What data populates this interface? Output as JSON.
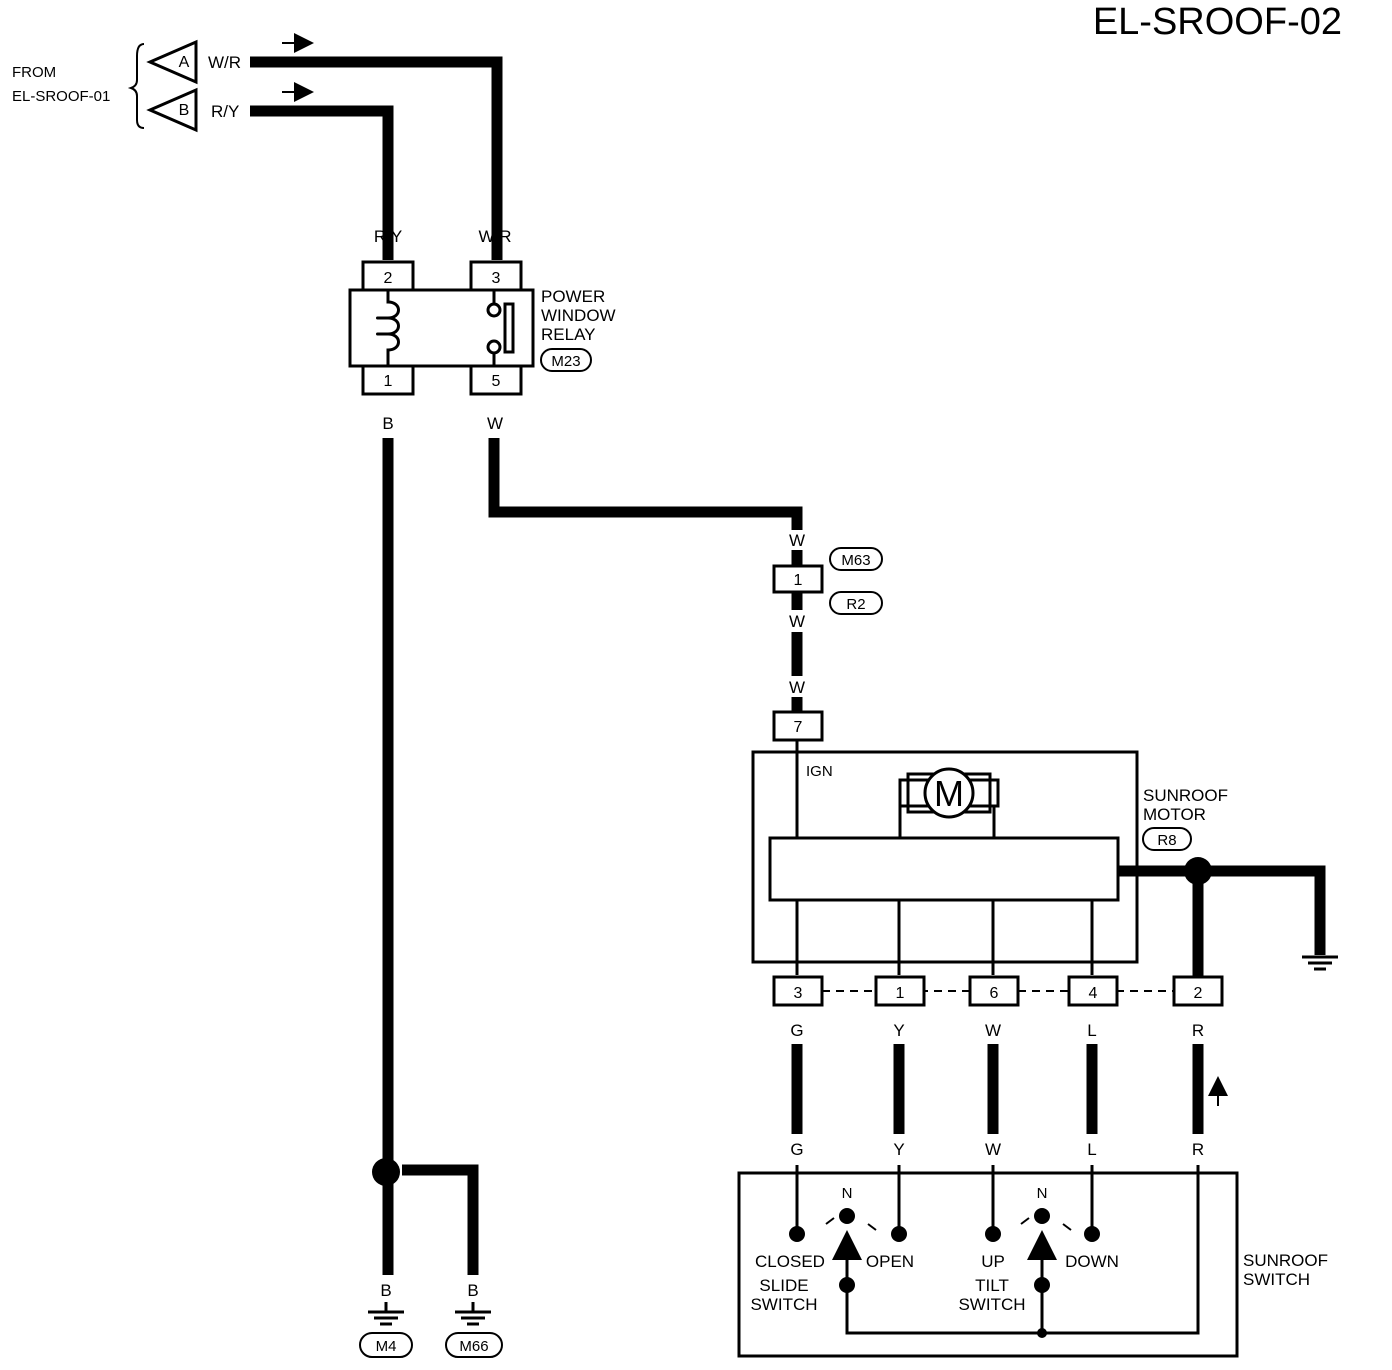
{
  "title": "EL-SROOF-02",
  "from": {
    "line1": "FROM",
    "line2": "EL-SROOF-01",
    "conn_a": "A",
    "conn_b": "B",
    "wire_a": "W/R",
    "wire_b": "R/Y"
  },
  "relay": {
    "line1": "POWER",
    "line2": "WINDOW",
    "line3": "RELAY",
    "connector": "M23",
    "pins": [
      "2",
      "3",
      "1",
      "5"
    ],
    "wire_2": "R/Y",
    "wire_3": "W/R",
    "wire_1": "B",
    "wire_5": "W"
  },
  "joint": {
    "connector_top": "M63",
    "connector_bottom": "R2",
    "pin": "1",
    "wire_top": "W",
    "wire_bottom": "W"
  },
  "motor": {
    "line1": "SUNROOF",
    "line2": "MOTOR",
    "connector": "R8",
    "pin_ign": "7",
    "wire_ign": "W",
    "ign_label": "IGN",
    "motor_symbol": "M",
    "pins": [
      "3",
      "1",
      "6",
      "4",
      "2"
    ],
    "wires_top": [
      "G",
      "Y",
      "W",
      "L",
      "R"
    ],
    "wires_bottom": [
      "G",
      "Y",
      "W",
      "L",
      "R"
    ]
  },
  "ground": {
    "wire_1": "B",
    "wire_2": "B",
    "connector_1": "M4",
    "connector_2": "M66"
  },
  "switch": {
    "line1": "SUNROOF",
    "line2": "SWITCH",
    "slide_n": "N",
    "slide_closed": "CLOSED",
    "slide_open": "OPEN",
    "slide_line1": "SLIDE",
    "slide_line2": "SWITCH",
    "tilt_n": "N",
    "tilt_up": "UP",
    "tilt_down": "DOWN",
    "tilt_line1": "TILT",
    "tilt_line2": "SWITCH"
  }
}
